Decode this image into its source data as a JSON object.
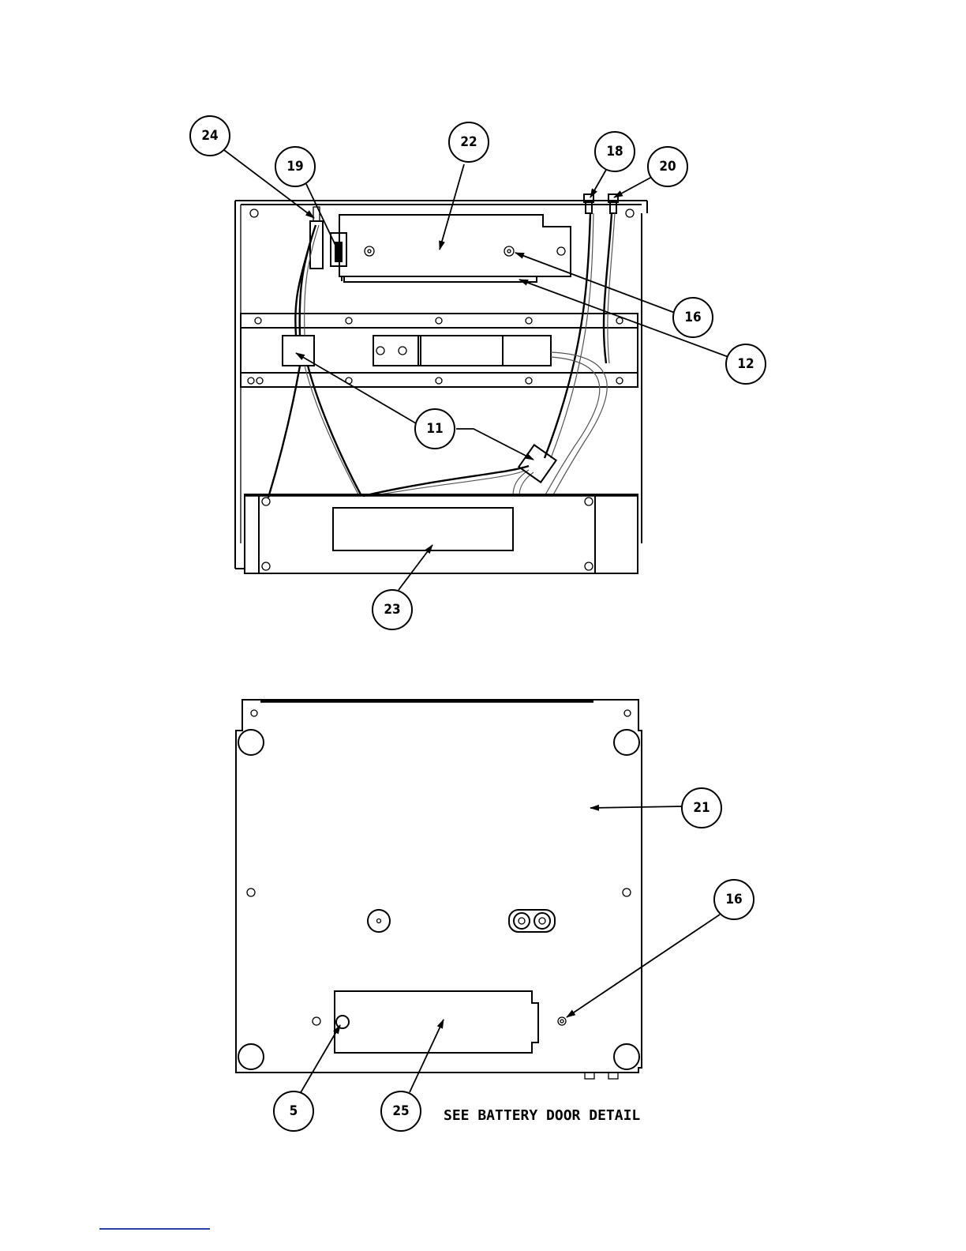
{
  "callouts": {
    "c24": "24",
    "c19": "19",
    "c22": "22",
    "c18": "18",
    "c20": "20",
    "c16a": "16",
    "c12": "12",
    "c11": "11",
    "c23": "23",
    "c21": "21",
    "c16b": "16",
    "c5": "5",
    "c25": "25"
  },
  "note": "SEE BATTERY DOOR DETAIL",
  "colors": {
    "line": "#000000",
    "footer_rule": "#2a3fb0"
  }
}
